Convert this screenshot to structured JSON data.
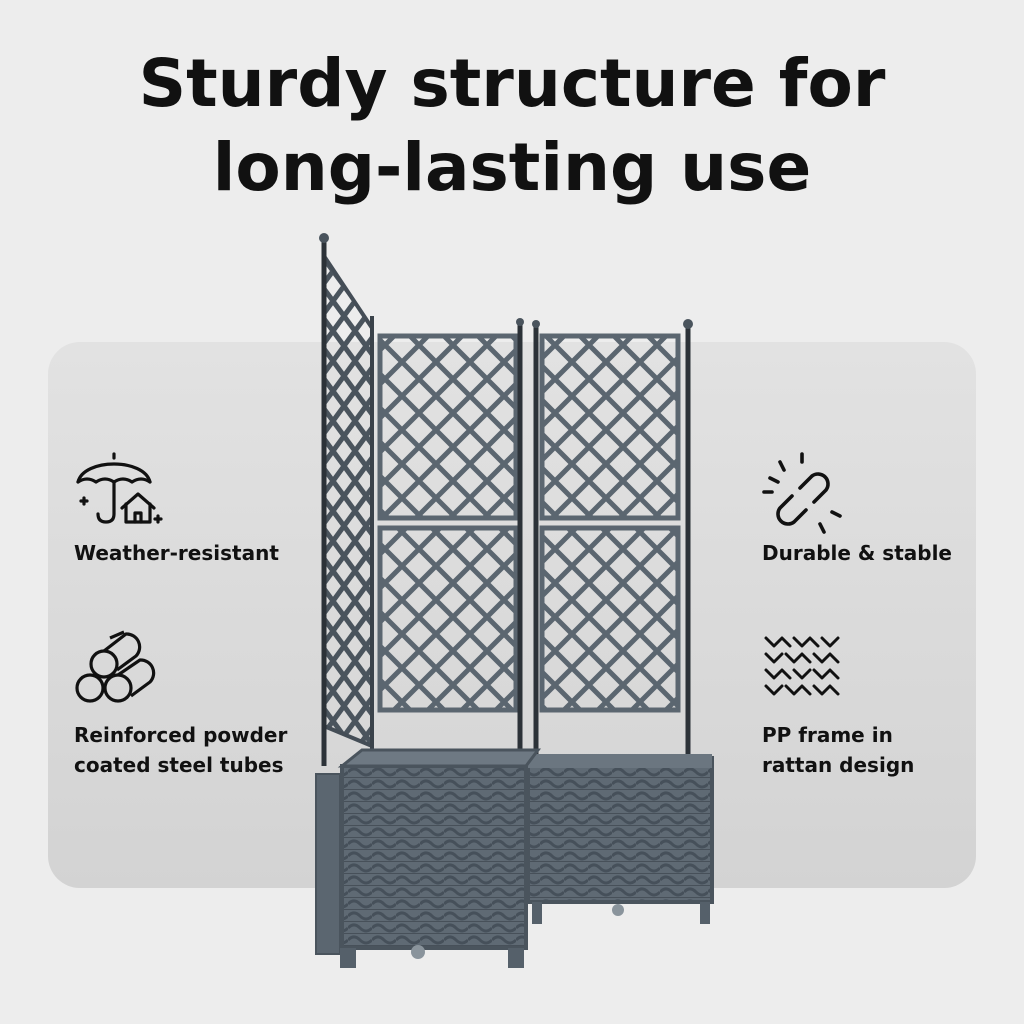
{
  "headline": {
    "line1": "Sturdy structure for",
    "line2": "long-lasting use"
  },
  "features": [
    {
      "icon": "umbrella-house-icon",
      "label_lines": [
        "Weather-resistant"
      ]
    },
    {
      "icon": "steel-tubes-icon",
      "label_lines": [
        "Reinforced powder",
        "coated steel tubes"
      ]
    },
    {
      "icon": "chain-link-icon",
      "label_lines": [
        "Durable & stable"
      ]
    },
    {
      "icon": "rattan-weave-icon",
      "label_lines": [
        "PP frame in",
        "rattan design"
      ]
    }
  ],
  "product": {
    "name": "planter-with-trellis-image",
    "color": "#5b6670"
  },
  "colors": {
    "background": "#ededed",
    "panel": "#dadada",
    "text": "#111111"
  }
}
